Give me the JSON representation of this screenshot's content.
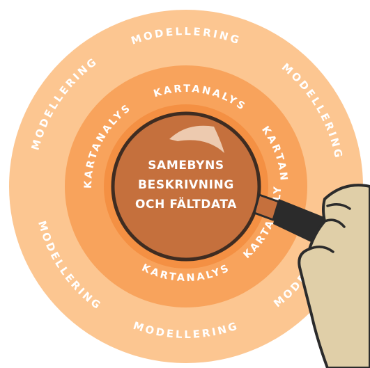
{
  "diagram": {
    "outer_ring_label": "MODELLERING",
    "middle_ring_label": "KARTANALYS",
    "center_lines": [
      "SAMEBYNS",
      "BESKRIVNING",
      "OCH FÄLTDATA"
    ]
  },
  "colors": {
    "outer_ring": "#fcc691",
    "middle_ring": "#f8a35c",
    "inner_ring": "#f49043",
    "lens": "#c5703d",
    "lens_border": "#3f2c21",
    "hand": "#e0cfa8",
    "outline": "#2b2b2b",
    "text": "#ffffff"
  }
}
